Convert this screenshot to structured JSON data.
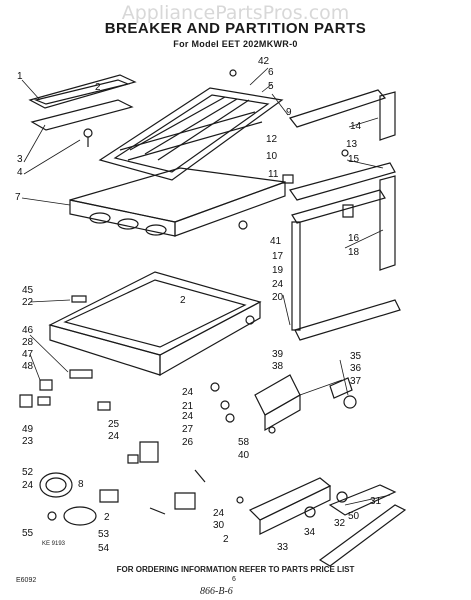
{
  "watermark": "AppliancePartsPros.com",
  "title": "BREAKER AND PARTITION PARTS",
  "subtitle": "For Model EET 202MKWR-0",
  "footer_note": "FOR ORDERING INFORMATION REFER TO PARTS PRICE LIST",
  "page_number": "6",
  "catalog_code": "E6092",
  "handwritten_code": "866-B-6",
  "key_ref": "KE 9193",
  "callouts": [
    {
      "id": "c1",
      "text": "1"
    },
    {
      "id": "c2a",
      "text": "2"
    },
    {
      "id": "c3",
      "text": "3"
    },
    {
      "id": "c4",
      "text": "4"
    },
    {
      "id": "c7",
      "text": "7"
    },
    {
      "id": "c42",
      "text": "42"
    },
    {
      "id": "c6",
      "text": "6"
    },
    {
      "id": "c5",
      "text": "5"
    },
    {
      "id": "c9",
      "text": "9"
    },
    {
      "id": "c14",
      "text": "14"
    },
    {
      "id": "c12",
      "text": "12"
    },
    {
      "id": "c13",
      "text": "13"
    },
    {
      "id": "c10",
      "text": "10"
    },
    {
      "id": "c15",
      "text": "15"
    },
    {
      "id": "c11",
      "text": "11"
    },
    {
      "id": "c16",
      "text": "16"
    },
    {
      "id": "c18",
      "text": "18"
    },
    {
      "id": "c41",
      "text": "41"
    },
    {
      "id": "c17",
      "text": "17"
    },
    {
      "id": "c19",
      "text": "19"
    },
    {
      "id": "c24a",
      "text": "24"
    },
    {
      "id": "c20",
      "text": "20"
    },
    {
      "id": "c45",
      "text": "45"
    },
    {
      "id": "c22",
      "text": "22"
    },
    {
      "id": "c2b",
      "text": "2"
    },
    {
      "id": "c46",
      "text": "46"
    },
    {
      "id": "c28",
      "text": "28"
    },
    {
      "id": "c47",
      "text": "47"
    },
    {
      "id": "c48",
      "text": "48"
    },
    {
      "id": "c49",
      "text": "49"
    },
    {
      "id": "c23",
      "text": "23"
    },
    {
      "id": "c39",
      "text": "39"
    },
    {
      "id": "c38",
      "text": "38"
    },
    {
      "id": "c35",
      "text": "35"
    },
    {
      "id": "c36",
      "text": "36"
    },
    {
      "id": "c37",
      "text": "37"
    },
    {
      "id": "c24b",
      "text": "24"
    },
    {
      "id": "c21",
      "text": "21"
    },
    {
      "id": "c24c",
      "text": "24"
    },
    {
      "id": "c27",
      "text": "27"
    },
    {
      "id": "c25",
      "text": "25"
    },
    {
      "id": "c24d",
      "text": "24"
    },
    {
      "id": "c26",
      "text": "26"
    },
    {
      "id": "c58",
      "text": "58"
    },
    {
      "id": "c40",
      "text": "40"
    },
    {
      "id": "c52",
      "text": "52"
    },
    {
      "id": "c24e",
      "text": "24"
    },
    {
      "id": "c8",
      "text": "8"
    },
    {
      "id": "c2c",
      "text": "2"
    },
    {
      "id": "c31",
      "text": "31"
    },
    {
      "id": "c50",
      "text": "50"
    },
    {
      "id": "c24f",
      "text": "24"
    },
    {
      "id": "c30",
      "text": "30"
    },
    {
      "id": "c32",
      "text": "32"
    },
    {
      "id": "c34",
      "text": "34"
    },
    {
      "id": "c2d",
      "text": "2"
    },
    {
      "id": "c33",
      "text": "33"
    },
    {
      "id": "c55",
      "text": "55"
    },
    {
      "id": "c53",
      "text": "53"
    },
    {
      "id": "c54",
      "text": "54"
    }
  ]
}
